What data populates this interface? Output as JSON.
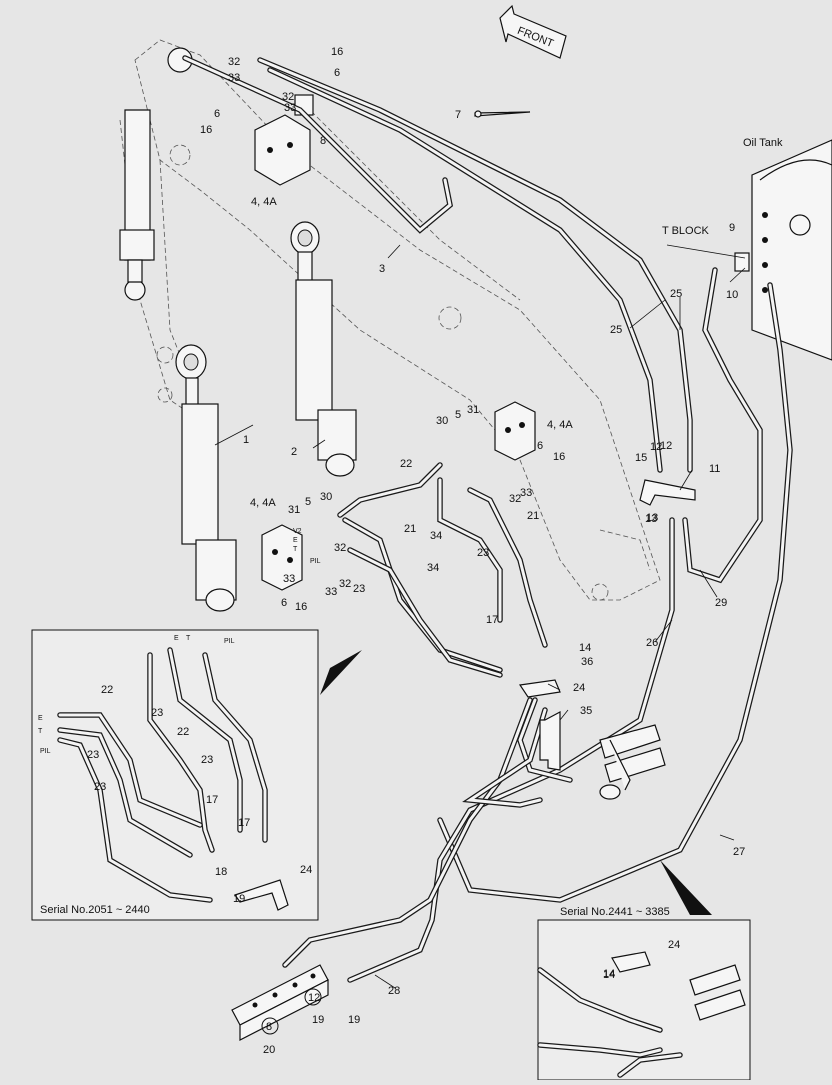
{
  "front_label": "FRONT",
  "oil_tank_label": "Oil Tank",
  "t_block_label": "T BLOCK",
  "inset_left": {
    "caption": "Serial No.2051 ~ 2440"
  },
  "inset_right": {
    "caption": "Serial No.2441 ~ 3385"
  },
  "port_labels": [
    "E",
    "T",
    "PIL",
    "V2",
    "E",
    "T",
    "PIL"
  ],
  "callouts": [
    "1",
    "2",
    "3",
    "4, 4A",
    "4, 4A",
    "4, 4A",
    "5",
    "5",
    "6",
    "6",
    "6",
    "6",
    "7",
    "8",
    "8",
    "9",
    "10",
    "11",
    "12",
    "12",
    "13",
    "14",
    "14",
    "15",
    "16",
    "16",
    "16",
    "16",
    "17",
    "17",
    "17",
    "18",
    "19",
    "20",
    "21",
    "21",
    "22",
    "22",
    "22",
    "23",
    "23",
    "23",
    "23",
    "23",
    "23",
    "24",
    "24",
    "24",
    "25",
    "25",
    "26",
    "27",
    "28",
    "29",
    "30",
    "30",
    "31",
    "31",
    "32",
    "32",
    "32",
    "32",
    "32",
    "33",
    "33",
    "33",
    "33",
    "33",
    "34",
    "34",
    "35",
    "36"
  ]
}
